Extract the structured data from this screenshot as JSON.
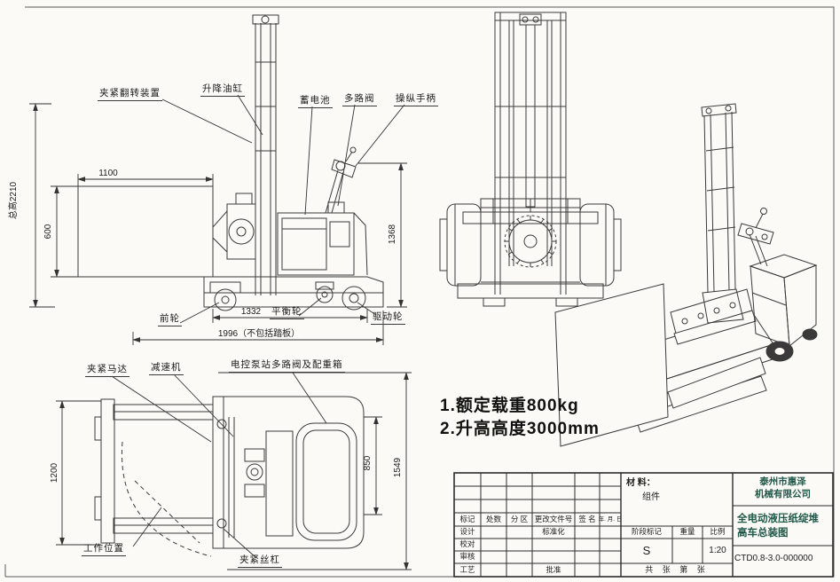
{
  "colors": {
    "ink": "#3a3a3a",
    "title_text": "#1f5748",
    "paper": "#fbfaf7"
  },
  "notes": {
    "line1": "1.额定载重800kg",
    "line2": "2.升高高度3000mm"
  },
  "side_view": {
    "labels": {
      "clamp_flip": "夹紧翻转装置",
      "lift_cylinder": "升降油缸",
      "battery": "蓄电池",
      "multiway_valve": "多路阀",
      "handle": "操纵手柄",
      "front_wheel": "前轮",
      "balance_wheel": "平衡轮",
      "drive_wheel": "驱动轮"
    },
    "dims": {
      "total_height": "总高2210",
      "roll_width": "1100",
      "roll_height": "600",
      "handle_height": "1368",
      "wheelbase": "1332",
      "length": "1996（不包括踏板）"
    }
  },
  "top_view": {
    "labels": {
      "clamp_motor": "夹紧马达",
      "reducer": "减速机",
      "pump_station": "电控泵站多路阀及配重箱",
      "work_position": "工作位置",
      "clamp_screw": "夹紧丝杠"
    },
    "dims": {
      "clamp_length": "1200",
      "body_width": "850",
      "overall_width": "1549"
    }
  },
  "title_block": {
    "col_mark": "标记",
    "col_count": "处数",
    "col_zone": "分 区",
    "col_file_no": "更改文件号",
    "col_sign": "签 名",
    "col_date": "年. 月. 日",
    "design": "设计",
    "standardization": "标准化",
    "proofread": "校对",
    "review": "审核",
    "process": "工艺",
    "approve": "批准",
    "material_label": "材 料：",
    "material_value": "组件",
    "stage_mark": "阶段标记",
    "weight": "重量",
    "scale": "比例",
    "stage_value": "S",
    "scale_value": "1:20",
    "sheet_info": "共  张  第  张",
    "company_line1": "泰州市惠泽",
    "company_line2": "机械有限公司",
    "title_line1": "全电动液压纸绽堆",
    "title_line2": "高车总装图",
    "drawing_no": "CTD0.8-3.0-000000"
  }
}
